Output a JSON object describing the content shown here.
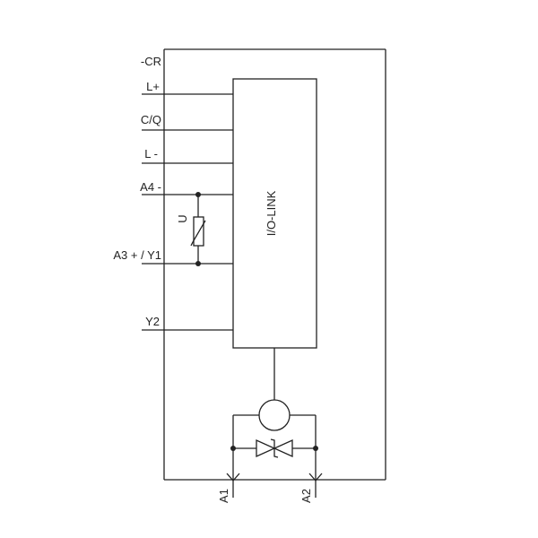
{
  "device_tag": "-CR",
  "module_label": "I/O-LINK",
  "pins": {
    "l_plus": "L+",
    "cq": "C/Q",
    "l_minus": "L -",
    "a4": "A4 -",
    "a3_y1": "A3 + / Y1",
    "y2": "Y2"
  },
  "varistor_symbol": "U",
  "terminals": {
    "a1": "A1",
    "a2": "A2"
  },
  "icons": {
    "coil": "coil-circle-icon",
    "varistor": "varistor-icon",
    "suppressor": "bidirectional-diode-icon"
  }
}
